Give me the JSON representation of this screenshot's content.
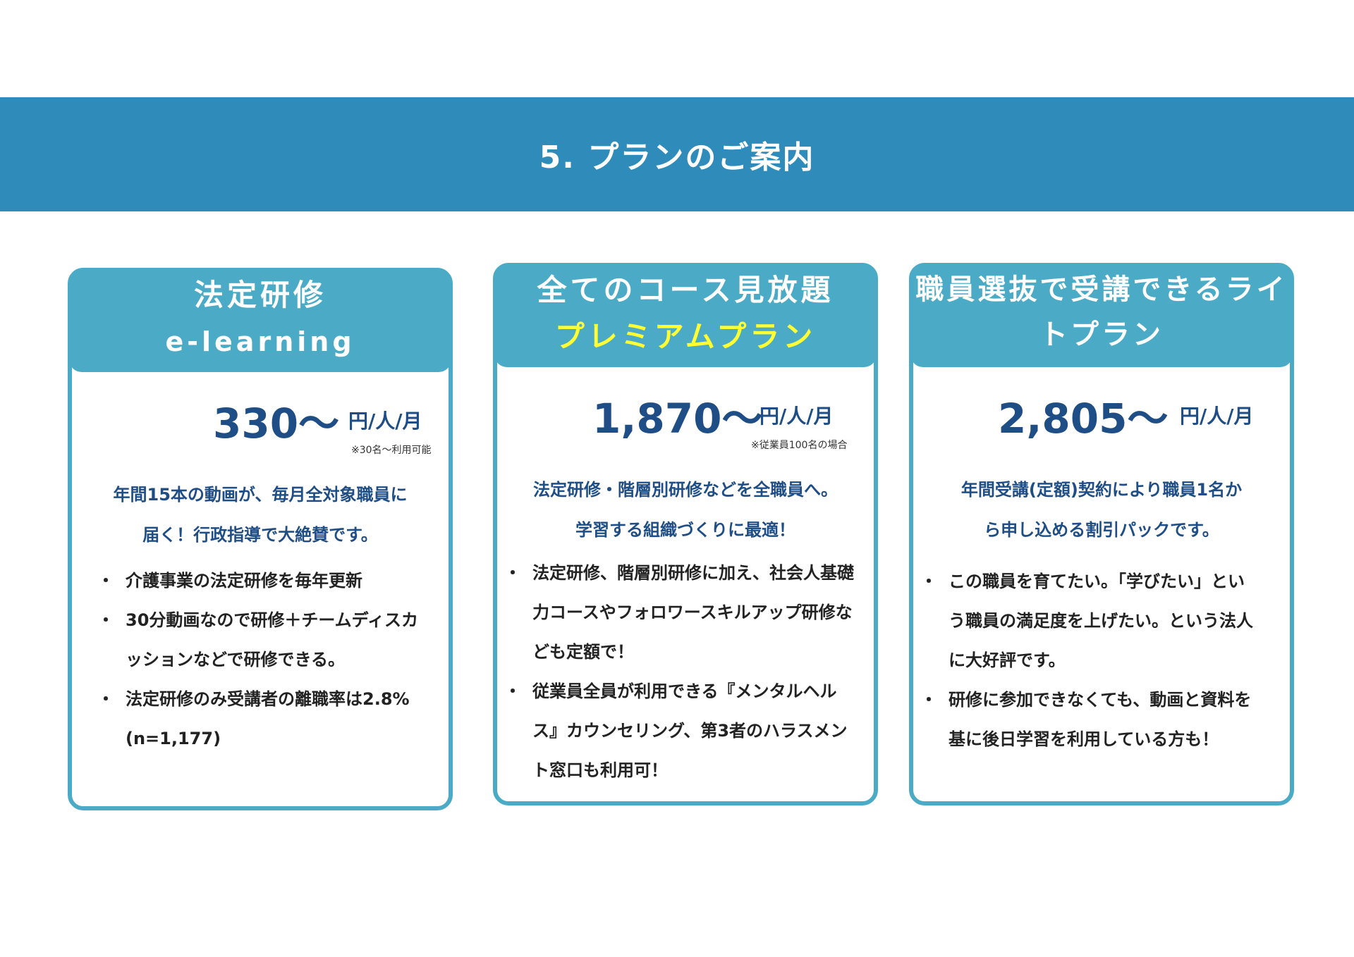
{
  "title": "5. プランのご案内",
  "plans": [
    {
      "head1": "法定研修",
      "head2": "e-learning",
      "price": "330〜",
      "unit": "円/人/月",
      "note": "※30名〜利用可能",
      "lead": [
        "年間15本の動画が、毎月全対象職員に",
        "届く！行政指導で大絶賛です。"
      ],
      "bullets": [
        "介護事業の法定研修を毎年更新",
        "30分動画なので研修＋チームディスカッションなどで研修できる。",
        "法定研修のみ受講者の離職率は2.8%(n=1,177)"
      ]
    },
    {
      "head1": "全てのコース見放題",
      "head2": "プレミアムプラン",
      "price": "1,870〜",
      "unit": "円/人/月",
      "note": "※従業員100名の場合",
      "lead": [
        "法定研修・階層別研修などを全職員へ。",
        "学習する組織づくりに最適！"
      ],
      "bullets": [
        "法定研修、階層別研修に加え、社会人基礎力コースやフォロワースキルアップ研修なども定額で！",
        "従業員全員が利用できる『メンタルヘルス』カウンセリング、第3者のハラスメント窓口も利用可！"
      ]
    },
    {
      "head1": "職員選抜で受講できるライトプラン",
      "price": "2,805〜",
      "unit": "円/人/月",
      "lead": [
        "年間受講(定額)契約により職員1名か",
        "ら申し込める割引パックです。"
      ],
      "bullets": [
        "この職員を育てたい。「学びたい」という職員の満足度を上げたい。という法人に大好評です。",
        "研修に参加できなくても、動画と資料を基に後日学習を利用している方も！"
      ]
    }
  ]
}
